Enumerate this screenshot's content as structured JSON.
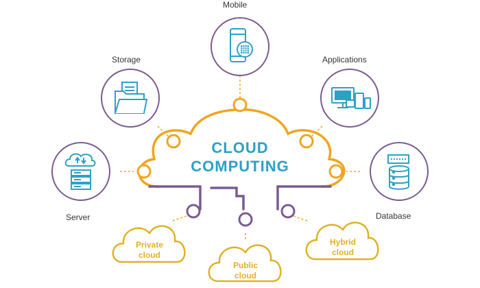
{
  "center": {
    "line1": "CLOUD",
    "line2": "COMPUTING"
  },
  "nodes": {
    "mobile": "Mobile",
    "storage": "Storage",
    "applications": "Applications",
    "server": "Server",
    "database": "Database"
  },
  "clouds": {
    "private": {
      "line1": "Private",
      "line2": "cloud"
    },
    "public": {
      "line1": "Public",
      "line2": "cloud"
    },
    "hybrid": {
      "line1": "Hybrid",
      "line2": "cloud"
    }
  },
  "colors": {
    "orange": "#f0a51c",
    "purple": "#7b5a8f",
    "blue": "#2ea0c4",
    "yellow": "#e0b125"
  }
}
